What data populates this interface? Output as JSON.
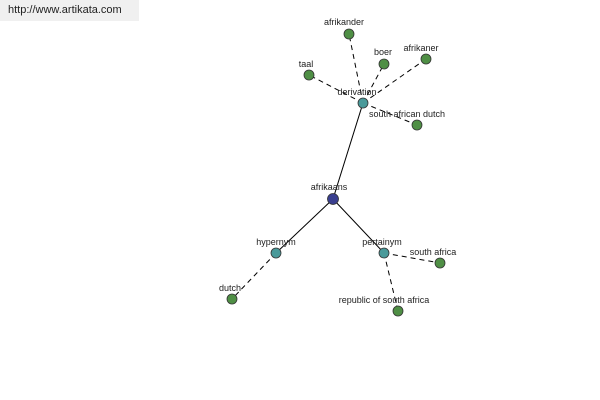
{
  "watermark": {
    "url": "http://www.artikata.com"
  },
  "colors": {
    "root": "#3a3f8f",
    "relation": "#4a9a9a",
    "word": "#4f8f45"
  },
  "graph": {
    "nodes": {
      "afrikaans": {
        "label": "afrikaans",
        "kind": "root"
      },
      "derivation": {
        "label": "derivation",
        "kind": "relation"
      },
      "hypernym": {
        "label": "hypernym",
        "kind": "relation"
      },
      "pertainym": {
        "label": "pertainym",
        "kind": "relation"
      },
      "afrikander": {
        "label": "afrikander",
        "kind": "word"
      },
      "boer": {
        "label": "boer",
        "kind": "word"
      },
      "afrikaner": {
        "label": "afrikaner",
        "kind": "word"
      },
      "taal": {
        "label": "taal",
        "kind": "word"
      },
      "south_african_dutch": {
        "label": "south african dutch",
        "kind": "word"
      },
      "dutch": {
        "label": "dutch",
        "kind": "word"
      },
      "south_africa": {
        "label": "south africa",
        "kind": "word"
      },
      "republic_of_south_africa": {
        "label": "republic of south africa",
        "kind": "word"
      }
    }
  }
}
